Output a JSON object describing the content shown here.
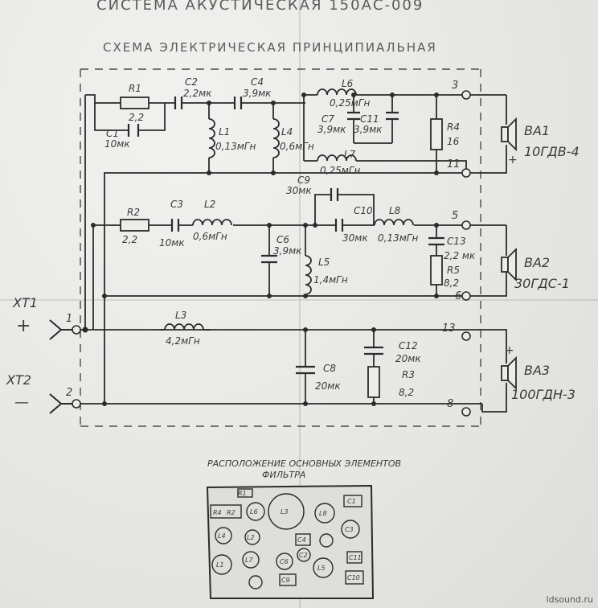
{
  "title_top": "СИСТЕМА АКУСТИЧЕСКАЯ 150АС-009",
  "title": "СХЕМА ЭЛЕКТРИЧЕСКАЯ ПРИНЦИПИАЛЬНАЯ",
  "inputs": {
    "xt1": "XT1",
    "xt1_sign": "+",
    "xt1_pin": "1",
    "xt2": "XT2",
    "xt2_sign": "—",
    "xt2_pin": "2"
  },
  "components": {
    "r1": "R1",
    "r1_val": "2,2",
    "c1": "C1",
    "c1_val": "10мк",
    "c2": "C2",
    "c2_val": "2,2мк",
    "c4": "C4",
    "c4_val": "3,9мк",
    "l6": "L6",
    "l6_val": "0,25мГн",
    "l1": "L1",
    "l1_val": "0,13мГн",
    "l4": "L4",
    "l4_val": "0,6мГн",
    "c7": "C7",
    "c7_val": "3,9мк",
    "c11": "C11",
    "c11_val": "3,9мк",
    "r4": "R4",
    "r4_val": "16",
    "l7": "L7",
    "l7_val": "0,25мГн",
    "c9": "C9",
    "c9_val": "30мк",
    "r2": "R2",
    "r2_val": "2,2",
    "c3": "C3",
    "c3_val": "10мк",
    "l2": "L2",
    "l2_val": "0,6мГн",
    "c6": "C6",
    "c6_val": "3,9мк",
    "l5": "L5",
    "l5_val": "1,4мГн",
    "c10": "C10",
    "c10_val": "30мк",
    "l8": "L8",
    "l8_val": "0,13мГн",
    "c13": "C13",
    "c13_val": "2,2 мк",
    "r5": "R5",
    "r5_val": "8,2",
    "l3": "L3",
    "l3_val": "4,2мГн",
    "c8": "C8",
    "c8_val": "20мк",
    "c12": "C12",
    "c12_val": "20мк",
    "r3": "R3",
    "r3_val": "8,2"
  },
  "nodes": {
    "n3": "3",
    "n11": "11",
    "n5": "5",
    "n6": "6",
    "n13": "13",
    "n8": "8"
  },
  "speakers": {
    "ba1": "BA1",
    "ba1_model": "10ГДВ-4",
    "ba1_plus": "+",
    "ba2": "BA2",
    "ba2_model": "30ГДС-1",
    "ba3": "BA3",
    "ba3_model": "100ГДН-3",
    "ba3_plus": "+"
  },
  "layout": {
    "heading_line1": "РАСПОЛОЖЕНИЕ ОСНОВНЫХ ЭЛЕМЕНТОВ",
    "heading_line2": "ФИЛЬТРА",
    "labels": [
      "R1",
      "R4",
      "R2",
      "L6",
      "L3",
      "C1",
      "L8",
      "C3",
      "L4",
      "L2",
      "L1",
      "L7",
      "C4",
      "C11",
      "L5",
      "C9",
      "C2",
      "C6",
      "C10"
    ]
  },
  "watermark": "ldsound.ru"
}
